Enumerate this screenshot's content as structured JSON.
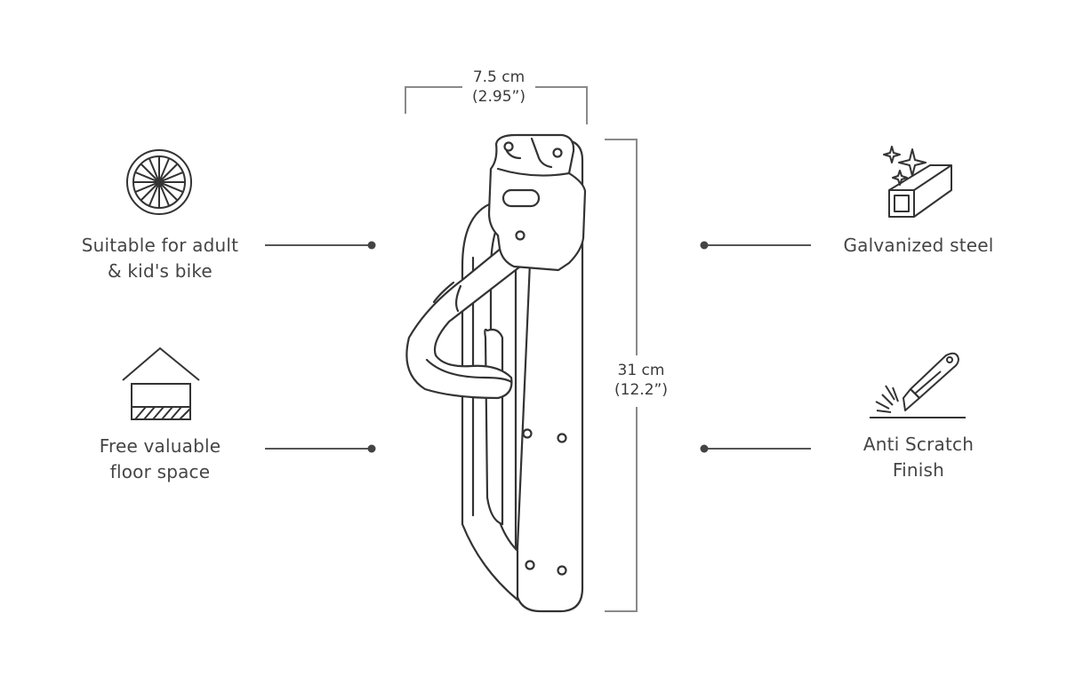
{
  "dimensions": {
    "width_metric": "7.5 cm",
    "width_imperial": "(2.95”)",
    "height_metric": "31 cm",
    "height_imperial": "(12.2”)"
  },
  "features": [
    {
      "id": "bike",
      "icon": "bicycle-wheel-icon",
      "line1": "Suitable for adult",
      "line2": "& kid's bike"
    },
    {
      "id": "floor",
      "icon": "house-floor-icon",
      "line1": "Free valuable",
      "line2": "floor space"
    },
    {
      "id": "steel",
      "icon": "steel-beam-icon",
      "line1": "Galvanized steel",
      "line2": ""
    },
    {
      "id": "scratch",
      "icon": "utility-knife-icon",
      "line1": "Anti Scratch",
      "line2": "Finish"
    }
  ],
  "colors": {
    "stroke": "#333333",
    "leader_line": "#555555",
    "dimension_line": "#888888",
    "text": "#454545"
  }
}
